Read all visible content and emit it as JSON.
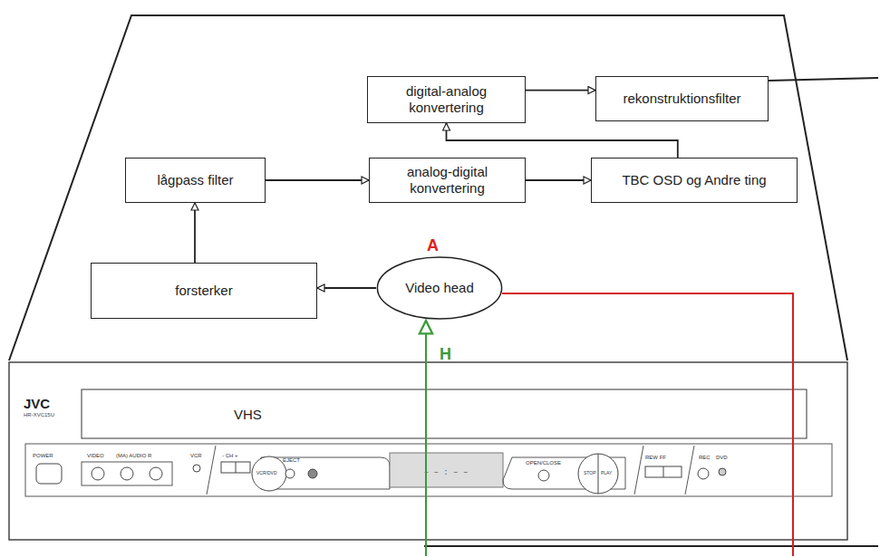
{
  "diagram": {
    "nodes": [
      {
        "text": [
          "digital-analog konvertering"
        ]
      },
      {
        "text": [
          "rekonstruktionsfilter"
        ]
      },
      {
        "text": [
          "lågpass filter"
        ]
      },
      {
        "text": [
          "analog-digital konvertering"
        ]
      },
      {
        "text": [
          "TBC OSD og Andre ting"
        ]
      },
      {
        "text": [
          "forsterker"
        ]
      },
      {
        "text": [
          "Video head"
        ]
      }
    ],
    "edges": [
      {
        "from": 2,
        "to": 3,
        "arrow": "to"
      },
      {
        "from": 3,
        "to": 4,
        "arrow": "to"
      },
      {
        "from": 4,
        "to": 0,
        "arrow": "to"
      },
      {
        "from": 0,
        "to": 1,
        "arrow": "to"
      },
      {
        "from": 5,
        "to": 2,
        "arrow": "to"
      },
      {
        "from": 6,
        "to": 5,
        "arrow": "to"
      }
    ],
    "labels": [
      "A",
      "H",
      "JVC",
      "HR-XVC15U",
      "VHS",
      "POWER",
      "VIDEO",
      "(MA) AUDIO R",
      "VCR",
      "- CH +",
      "VCR/DVD",
      "EJECT",
      "OPEN/CLOSE",
      "STOP",
      "PLAY",
      "REW FF",
      "REC",
      "DVD"
    ]
  }
}
